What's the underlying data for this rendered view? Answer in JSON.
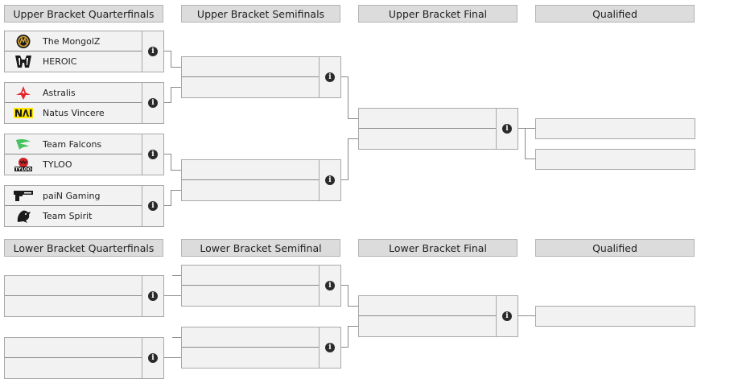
{
  "upper": {
    "headers": [
      "Upper Bracket Quarterfinals",
      "Upper Bracket Semifinals",
      "Upper Bracket Final",
      "Qualified"
    ],
    "quarterfinals": [
      {
        "team1": "The MongolZ",
        "logo1": "mongolz-icon",
        "team2": "HEROIC",
        "logo2": "heroic-icon"
      },
      {
        "team1": "Astralis",
        "logo1": "astralis-icon",
        "team2": "Natus Vincere",
        "logo2": "navi-icon"
      },
      {
        "team1": "Team Falcons",
        "logo1": "falcons-icon",
        "team2": "TYLOO",
        "logo2": "tyloo-icon"
      },
      {
        "team1": "paiN Gaming",
        "logo1": "pain-icon",
        "team2": "Team Spirit",
        "logo2": "spirit-icon"
      }
    ]
  },
  "lower": {
    "headers": [
      "Lower Bracket Quarterfinals",
      "Lower Bracket Semifinal",
      "Lower Bracket Final",
      "Qualified"
    ]
  },
  "info_glyph": "i",
  "colors": {
    "header_bg": "#dcdcdc",
    "slot_bg": "#f2f2f2",
    "border": "#a8a8a8",
    "connector": "#8a8a8a",
    "astralis_red": "#e6252e",
    "navi_yellow": "#ffe500",
    "falcons_green": "#44c35e",
    "tyloo_red": "#d11f26"
  }
}
